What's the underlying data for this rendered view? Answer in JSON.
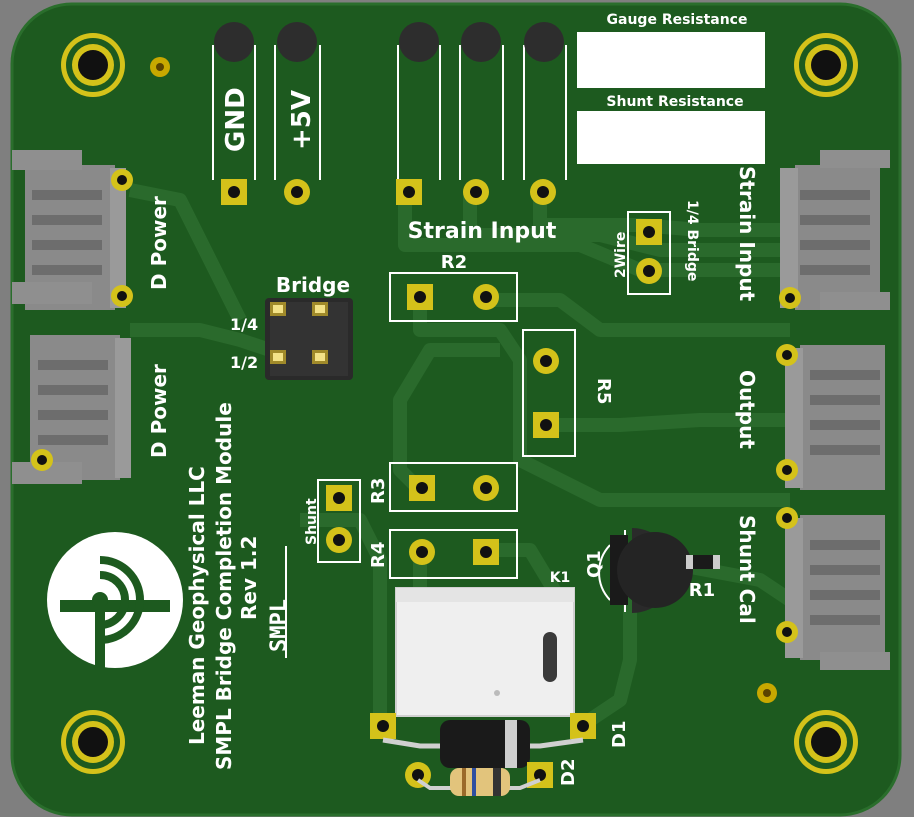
{
  "colors": {
    "background": "#7f7f7f",
    "board": "#1d5a1f",
    "board_edge": "#2a6e2c",
    "trace": "#245f26",
    "silkscreen": "#ffffff",
    "copper_gold": "#d4c21a",
    "hole": "#111111",
    "connector_body": "#8a8a8a",
    "header_body": "#2a2a2a",
    "relay_body": "#eeeeee",
    "diode_body": "#1a1a1a",
    "diode_band": "#cfcfcf",
    "diode2_body": "#e0c27a",
    "transistor_body": "#222222"
  },
  "labels": {
    "gauge_resistance": "Gauge Resistance",
    "shunt_resistance": "Shunt Resistance",
    "gnd": "GND",
    "plus5v": "+5V",
    "strain_input_top": "Strain Input",
    "strain_input_side": "Strain Input",
    "output": "Output",
    "shunt_cal": "Shunt Cal",
    "d_power_top": "D Power",
    "d_power_bottom": "D Power",
    "bridge": "Bridge",
    "quarter": "1/4",
    "half": "1/2",
    "two_wire": "2Wire",
    "quarter_bridge": "1/4 Bridge",
    "shunt": "Shunt",
    "r1": "R1",
    "r2": "R2",
    "r3": "R3",
    "r4": "R4",
    "r5": "R5",
    "q1": "Q1",
    "k1": "K1",
    "d1": "D1",
    "d2": "D2",
    "smpl": "SMPL",
    "company_line1": "Leeman Geophysical LLC",
    "company_line2": "SMPL Bridge Completion Module",
    "company_line3": "Rev 1.2"
  }
}
